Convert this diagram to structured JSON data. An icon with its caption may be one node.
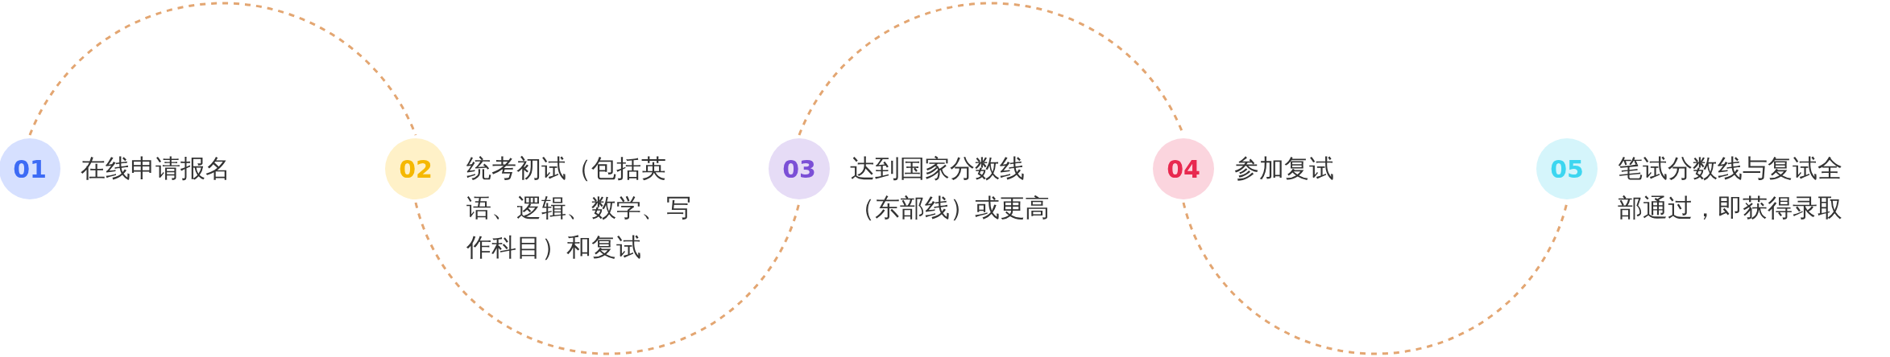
{
  "diagram": {
    "nodes": [
      {
        "text": [
          "01"
        ],
        "beside": [
          "在线申请报名"
        ]
      },
      {
        "text": [
          "02"
        ],
        "beside": [
          "统考初试（包括英语、逻辑、数学、写作科目）和复试"
        ]
      },
      {
        "text": [
          "03"
        ],
        "beside": [
          "达到国家分数线（东部线）或更高"
        ]
      },
      {
        "text": [
          "04"
        ],
        "beside": [
          "参加复试"
        ]
      },
      {
        "text": [
          "05"
        ],
        "beside": [
          "笔试分数线与复试全部通过，即获得录取"
        ]
      }
    ],
    "edges": [
      {
        "from": 0,
        "to": 1,
        "arrow": "none",
        "style": "dashed"
      },
      {
        "from": 1,
        "to": 2,
        "arrow": "none",
        "style": "dashed"
      },
      {
        "from": 2,
        "to": 3,
        "arrow": "none",
        "style": "dashed"
      },
      {
        "from": 3,
        "to": 4,
        "arrow": "none",
        "style": "dashed"
      }
    ]
  }
}
